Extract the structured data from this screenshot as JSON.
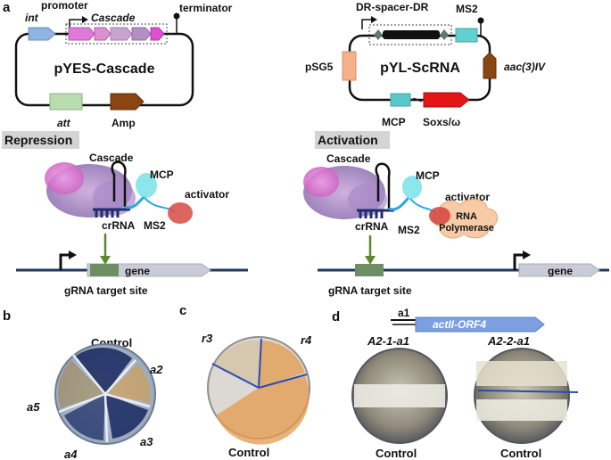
{
  "panel_labels": {
    "a": "a",
    "b": "b",
    "c": "c",
    "d": "d"
  },
  "plasmid1": {
    "name": "pYES-Cascade",
    "int": "int",
    "promoter": "promoter",
    "cascade": "Cascade",
    "terminator": "terminator",
    "att": "att",
    "amp": "Amp",
    "colors": {
      "int": "#8fb4e0",
      "att": "#b9dcae",
      "amp": "#8b4513",
      "cascade": [
        "#e07ad8",
        "#d991d4",
        "#c8a3cf",
        "#b48fc3",
        "#a87abb",
        "#e04fd0"
      ]
    }
  },
  "plasmid2": {
    "name": "pYL-ScRNA",
    "dr_spacer": "DR-spacer-DR",
    "ms2": "MS2",
    "psg5": "pSG5",
    "aac": "aac(3)IV",
    "mcp": "MCP",
    "soxs": "Soxs/ω",
    "colors": {
      "ms2": "#64cfcf",
      "psg5": "#f5b08a",
      "aac": "#8b4513",
      "mcp": "#5ac8c8",
      "soxs": "#e51515",
      "spacer": "#111111",
      "dr": "#5f7a66"
    }
  },
  "repression": {
    "header": "Repression",
    "cascade": "Cascade",
    "mcp": "MCP",
    "activator": "activator",
    "crrna": "crRNA",
    "ms2": "MS2",
    "gene": "gene",
    "target": "gRNA target site"
  },
  "activation": {
    "header": "Activation",
    "cascade": "Cascade",
    "mcp": "MCP",
    "activator": "activator",
    "crrna": "crRNA",
    "ms2": "MS2",
    "rnap_line1": "RNA",
    "rnap_line2": "Polymerase",
    "gene": "gene",
    "target": "gRNA target site"
  },
  "panel_b": {
    "control": "Control",
    "a2": "a2",
    "a3": "a3",
    "a4": "a4",
    "a5": "a5"
  },
  "panel_c": {
    "r3": "r3",
    "r4": "r4",
    "control": "Control"
  },
  "panel_d": {
    "a1": "a1",
    "gene": "actII-ORF4",
    "plate1": "A2-1-a1",
    "plate2": "A2-2-a1",
    "control1": "Control",
    "control2": "Control"
  },
  "colors": {
    "dna_line": "#1f3a5a",
    "arrow_green": "#5a8a2a",
    "target_box": "#6e8f64",
    "gene_box": "#c9cbd6",
    "header_bg": "#d4d4d4"
  }
}
